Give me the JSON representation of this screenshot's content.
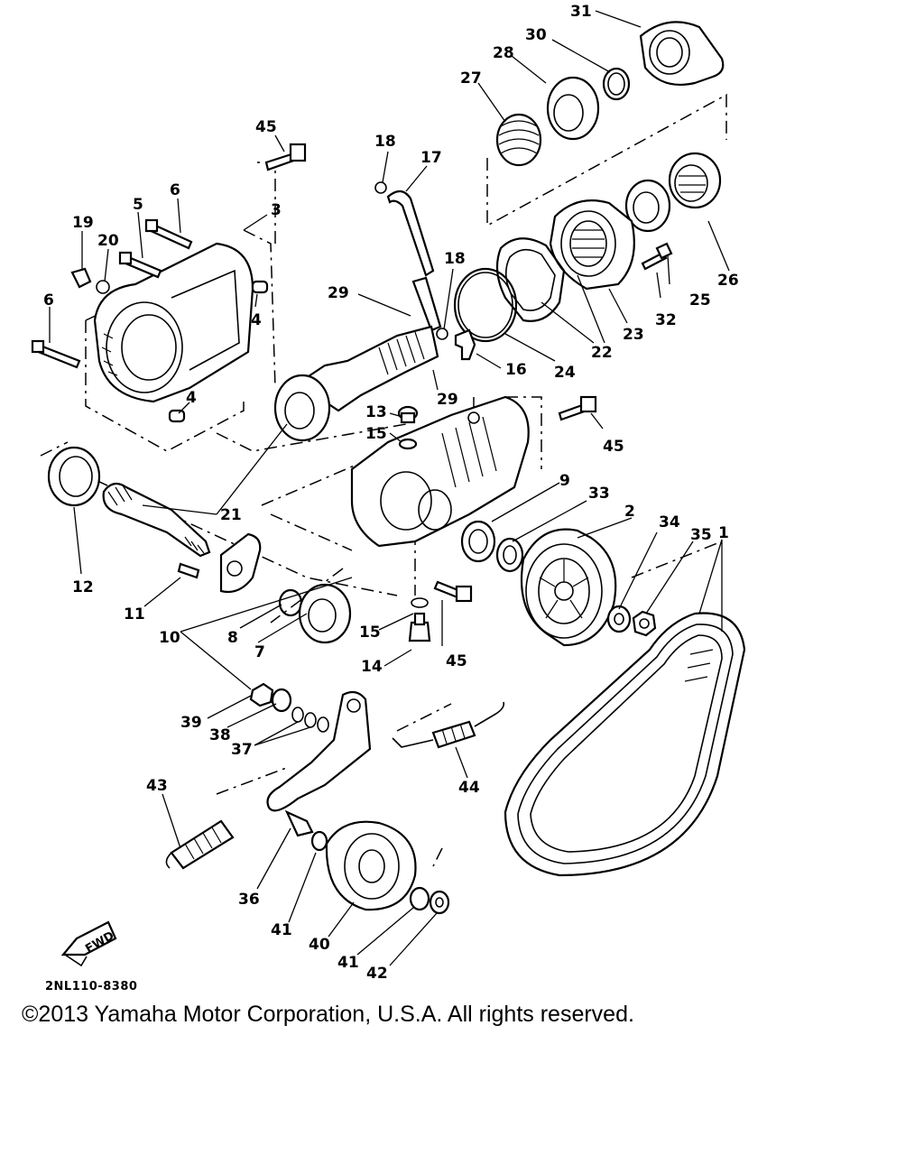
{
  "diagram": {
    "drawing_code": "2NL110-8380",
    "copyright": "©2013 Yamaha Motor Corporation, U.S.A. All rights reserved.",
    "fwd_label": "FWD",
    "callouts": [
      {
        "id": "c31",
        "label": "31"
      },
      {
        "id": "c30",
        "label": "30"
      },
      {
        "id": "c28",
        "label": "28"
      },
      {
        "id": "c27",
        "label": "27"
      },
      {
        "id": "c45a",
        "label": "45"
      },
      {
        "id": "c18a",
        "label": "18"
      },
      {
        "id": "c17",
        "label": "17"
      },
      {
        "id": "c3",
        "label": "3"
      },
      {
        "id": "c6a",
        "label": "6"
      },
      {
        "id": "c5",
        "label": "5"
      },
      {
        "id": "c19",
        "label": "19"
      },
      {
        "id": "c20",
        "label": "20"
      },
      {
        "id": "c6b",
        "label": "6"
      },
      {
        "id": "c4a",
        "label": "4"
      },
      {
        "id": "c4b",
        "label": "4"
      },
      {
        "id": "c29a",
        "label": "29"
      },
      {
        "id": "c18b",
        "label": "18"
      },
      {
        "id": "c26",
        "label": "26"
      },
      {
        "id": "c25",
        "label": "25"
      },
      {
        "id": "c32",
        "label": "32"
      },
      {
        "id": "c23",
        "label": "23"
      },
      {
        "id": "c22",
        "label": "22"
      },
      {
        "id": "c24",
        "label": "24"
      },
      {
        "id": "c16",
        "label": "16"
      },
      {
        "id": "c29b",
        "label": "29"
      },
      {
        "id": "c13",
        "label": "13"
      },
      {
        "id": "c15a",
        "label": "15"
      },
      {
        "id": "c45b",
        "label": "45"
      },
      {
        "id": "c21",
        "label": "21"
      },
      {
        "id": "c12",
        "label": "12"
      },
      {
        "id": "c9",
        "label": "9"
      },
      {
        "id": "c33",
        "label": "33"
      },
      {
        "id": "c2",
        "label": "2"
      },
      {
        "id": "c34",
        "label": "34"
      },
      {
        "id": "c35",
        "label": "35"
      },
      {
        "id": "c1",
        "label": "1"
      },
      {
        "id": "c11",
        "label": "11"
      },
      {
        "id": "c10",
        "label": "10"
      },
      {
        "id": "c8",
        "label": "8"
      },
      {
        "id": "c7",
        "label": "7"
      },
      {
        "id": "c15b",
        "label": "15"
      },
      {
        "id": "c14",
        "label": "14"
      },
      {
        "id": "c45c",
        "label": "45"
      },
      {
        "id": "c39",
        "label": "39"
      },
      {
        "id": "c38",
        "label": "38"
      },
      {
        "id": "c37",
        "label": "37"
      },
      {
        "id": "c44",
        "label": "44"
      },
      {
        "id": "c43",
        "label": "43"
      },
      {
        "id": "c36",
        "label": "36"
      },
      {
        "id": "c41a",
        "label": "41"
      },
      {
        "id": "c40",
        "label": "40"
      },
      {
        "id": "c41b",
        "label": "41"
      },
      {
        "id": "c42",
        "label": "42"
      }
    ]
  }
}
